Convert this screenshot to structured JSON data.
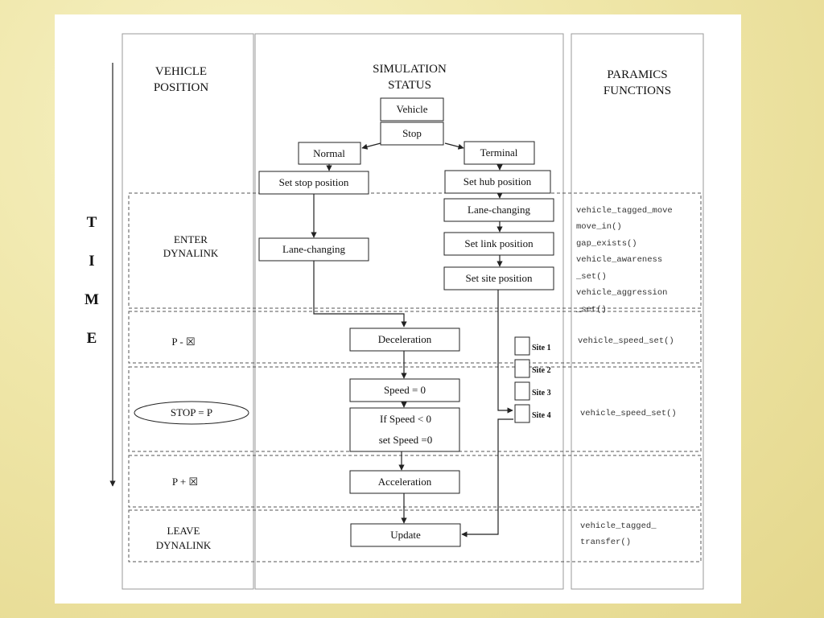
{
  "headers": {
    "vehicle_position": [
      "VEHICLE",
      "POSITION"
    ],
    "simulation_status": [
      "SIMULATION",
      "STATUS"
    ],
    "paramics_functions": [
      "PARAMICS",
      "FUNCTIONS"
    ]
  },
  "time_letters": [
    "T",
    "I",
    "M",
    "E"
  ],
  "phases": {
    "enter": [
      "ENTER",
      "DYNALINK"
    ],
    "p_minus": "P - ☒",
    "stop": "STOP = P",
    "p_plus": "P + ☒",
    "leave": [
      "LEAVE",
      "DYNALINK"
    ]
  },
  "flow": {
    "vehicle": "Vehicle",
    "stop": "Stop",
    "normal": "Normal",
    "terminal": "Terminal",
    "set_stop_position": "Set stop position",
    "set_hub_position": "Set hub position",
    "lane_changing_left": "Lane-changing",
    "lane_changing_right": "Lane-changing",
    "set_link_position": "Set link position",
    "set_site_position": "Set site position",
    "deceleration": "Deceleration",
    "speed_zero": "Speed = 0",
    "if_speed": [
      "If Speed < 0",
      "set Speed =0"
    ],
    "acceleration": "Acceleration",
    "update": "Update"
  },
  "sites": [
    "Site 1",
    "Site 2",
    "Site 3",
    "Site 4"
  ],
  "functions": {
    "enter": [
      "vehicle_tagged_move",
      "move_in()",
      "gap_exists()",
      "vehicle_awareness",
      "_set()",
      "vehicle_aggression",
      "_set()"
    ],
    "decel": [
      "vehicle_speed_set()"
    ],
    "stop": [
      "vehicle_speed_set()"
    ],
    "leave": [
      "vehicle_tagged_",
      "transfer()"
    ]
  }
}
